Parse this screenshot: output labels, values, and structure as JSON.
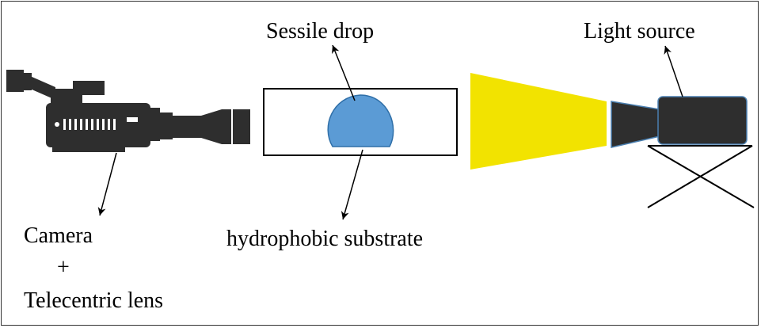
{
  "labels": {
    "sessile_drop": "Sessile drop",
    "light_source": "Light source",
    "camera": "Camera",
    "plus": "+",
    "telecentric_lens": "Telecentric lens",
    "substrate": "hydrophobic substrate"
  },
  "colors": {
    "drop": "#5b9bd5",
    "light_beam": "#f2e300",
    "device": "#2e2e2e",
    "stroke": "#000000"
  },
  "icons": {
    "camera": "video-camera-icon",
    "light": "light-source-icon"
  }
}
